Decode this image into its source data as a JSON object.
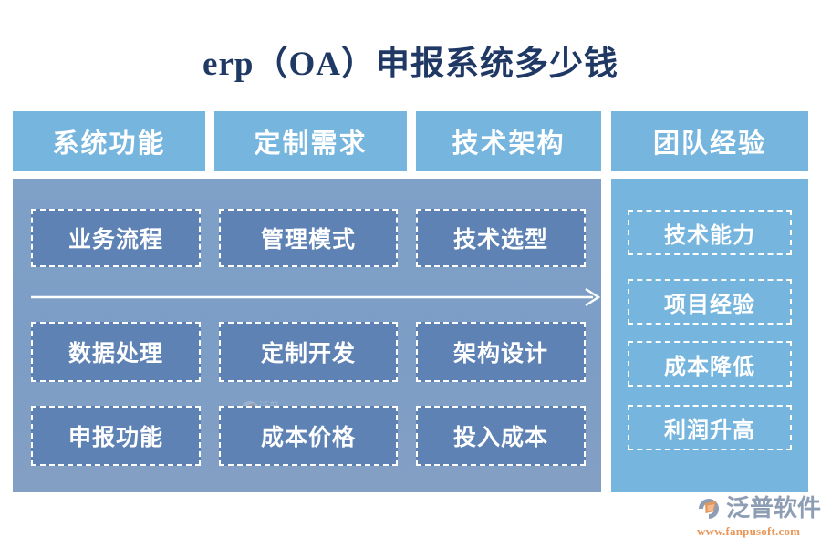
{
  "title": "erp（OA）申报系统多少钱",
  "colors": {
    "title_text": "#1f3864",
    "header_bar": "#76b5de",
    "main_panel": "#7c9dc5",
    "cell_fill": "#5e82b4",
    "side_panel": "#76b5de",
    "dash_border": "#ffffff",
    "logo_name": "#8d9db4",
    "logo_url": "#e8975a"
  },
  "headers": [
    {
      "label": "系统功能"
    },
    {
      "label": "定制需求"
    },
    {
      "label": "技术架构"
    },
    {
      "label": "团队经验"
    }
  ],
  "main_grid": {
    "rows": [
      {
        "cells": [
          {
            "label": "业务流程"
          },
          {
            "label": "管理模式"
          },
          {
            "label": "技术选型"
          }
        ]
      },
      {
        "cells": [
          {
            "label": "数据处理"
          },
          {
            "label": "定制开发"
          },
          {
            "label": "架构设计"
          }
        ]
      },
      {
        "cells": [
          {
            "label": "申报功能"
          },
          {
            "label": "成本价格"
          },
          {
            "label": "投入成本"
          }
        ]
      }
    ],
    "arrow": {
      "icon": "right-arrow-icon",
      "direction": "right"
    }
  },
  "side_panel": {
    "items": [
      {
        "label": "技术能力"
      },
      {
        "label": "项目经验"
      },
      {
        "label": "成本降低"
      },
      {
        "label": "利润升高"
      }
    ]
  },
  "watermark": {
    "icon": "fanpu-watermark-icon"
  },
  "logo": {
    "icon": "fanpu-logo-icon",
    "name": "泛普软件",
    "url": "www.fanpusoft.com"
  }
}
